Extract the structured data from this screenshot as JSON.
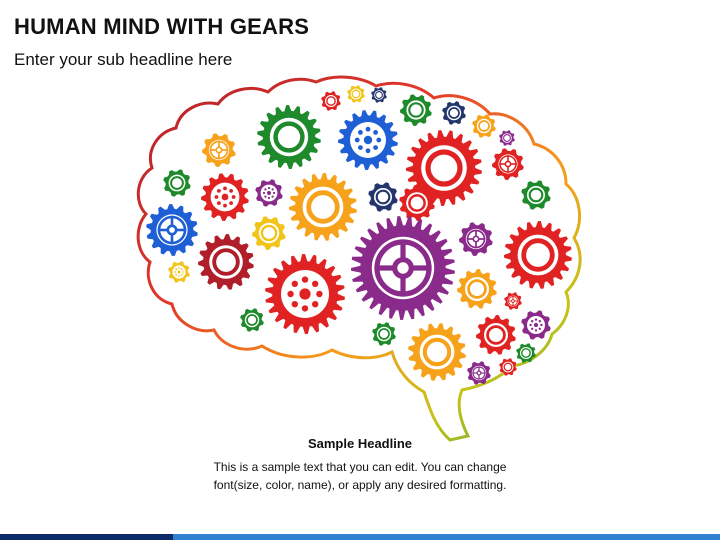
{
  "slide": {
    "title": "HUMAN MIND WITH GEARS",
    "subtitle": "Enter your sub headline here",
    "headline": "Sample Headline",
    "body_line1": "This is a sample text that you can edit. You can change",
    "body_line2": "font(size, color, name), or apply any desired formatting."
  },
  "colors": {
    "green": "#1e8a2b",
    "blue": "#1f5fd6",
    "red": "#e02222",
    "orange": "#f7a21b",
    "yellow": "#f2c41a",
    "purple": "#8a2a8a",
    "navy": "#23366e",
    "teal": "#1d8a6e",
    "maroon": "#b01e2a",
    "footer_dark": "#0d2a6b",
    "footer_light": "#2f7fd3"
  },
  "graphic": {
    "outline_gradient": [
      "#b01e2a",
      "#e33a2a",
      "#f79a1b",
      "#c7c21a",
      "#4aa83a"
    ],
    "gear_colors": [
      "green",
      "blue",
      "red",
      "orange",
      "yellow",
      "purple",
      "navy",
      "teal",
      "maroon"
    ]
  }
}
